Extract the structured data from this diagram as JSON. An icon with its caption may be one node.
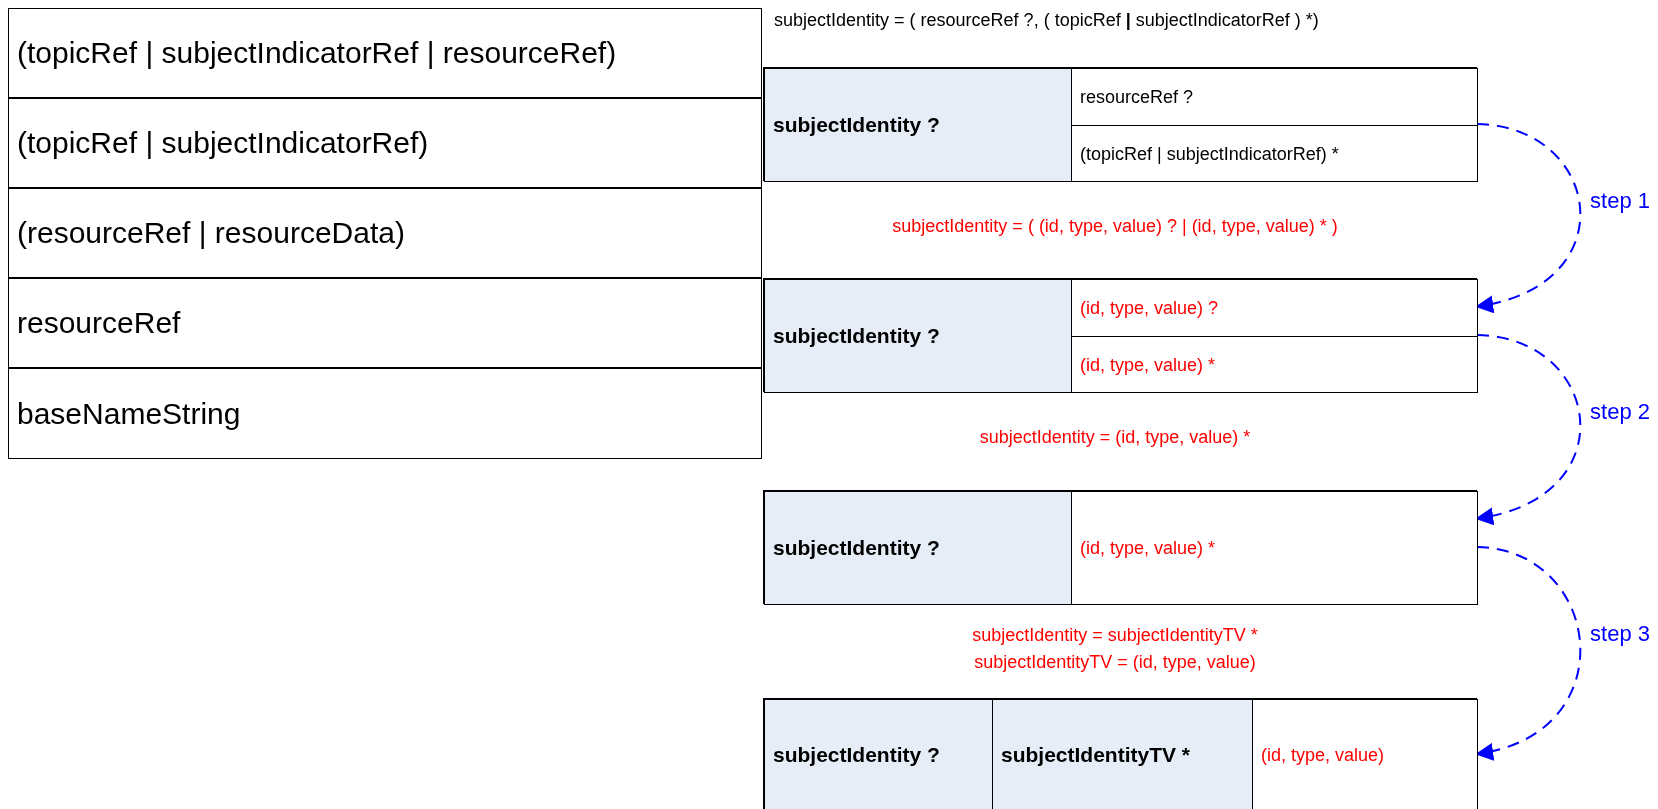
{
  "diagram": {
    "nodes": [
      {
        "text": [
          "(topicRef | subjectIndicatorRef | resourceRef)"
        ]
      },
      {
        "text": [
          "(topicRef | subjectIndicatorRef)"
        ]
      },
      {
        "text": [
          "(resourceRef | resourceData)"
        ]
      },
      {
        "text": [
          "resourceRef"
        ]
      },
      {
        "text": [
          "baseNameString"
        ]
      },
      {
        "text": [],
        "shape": "box"
      },
      {
        "text": [
          "subjectIdentity ?"
        ],
        "in": 5
      },
      {
        "text": [
          "resourceRef ?"
        ],
        "in": 5
      },
      {
        "text": [
          "(topicRef | subjectIndicatorRef) *"
        ],
        "in": 5
      },
      {
        "text": [],
        "shape": "box"
      },
      {
        "text": [
          "subjectIdentity ?"
        ],
        "in": 9
      },
      {
        "text": [
          "(id, type, value) ?"
        ],
        "in": 9
      },
      {
        "text": [
          "(id, type, value) *"
        ],
        "in": 9
      },
      {
        "text": [],
        "shape": "box"
      },
      {
        "text": [
          "subjectIdentity ?"
        ],
        "in": 13
      },
      {
        "text": [
          "(id, type, value) *"
        ],
        "in": 13
      },
      {
        "text": [],
        "shape": "box"
      },
      {
        "text": [
          "subjectIdentity ?"
        ],
        "in": 16
      },
      {
        "text": [
          "subjectIdentityTV *"
        ],
        "in": 16
      },
      {
        "text": [
          "(id, type, value)"
        ],
        "in": 16
      }
    ],
    "edges": [
      {
        "from": 5,
        "to": 9,
        "arrow": "to",
        "label": "step 1",
        "style": "dashed",
        "color": "#0000ff"
      },
      {
        "from": 9,
        "to": 13,
        "arrow": "to",
        "label": "step 2",
        "style": "dashed",
        "color": "#0000ff"
      },
      {
        "from": 13,
        "to": 16,
        "arrow": "to",
        "label": "step 3",
        "style": "dashed",
        "color": "#0000ff"
      }
    ],
    "labels": [
      "subjectIdentity = ( resourceRef ?, ( topicRef **|** subjectIndicatorRef ) *)",
      "subjectIdentity = ( (id, type, value) ? | (id, type, value) * )",
      "subjectIdentity = (id, type, value) *",
      "subjectIdentity = subjectIdentityTV *",
      "subjectIdentityTV = (id, type, value)"
    ]
  }
}
